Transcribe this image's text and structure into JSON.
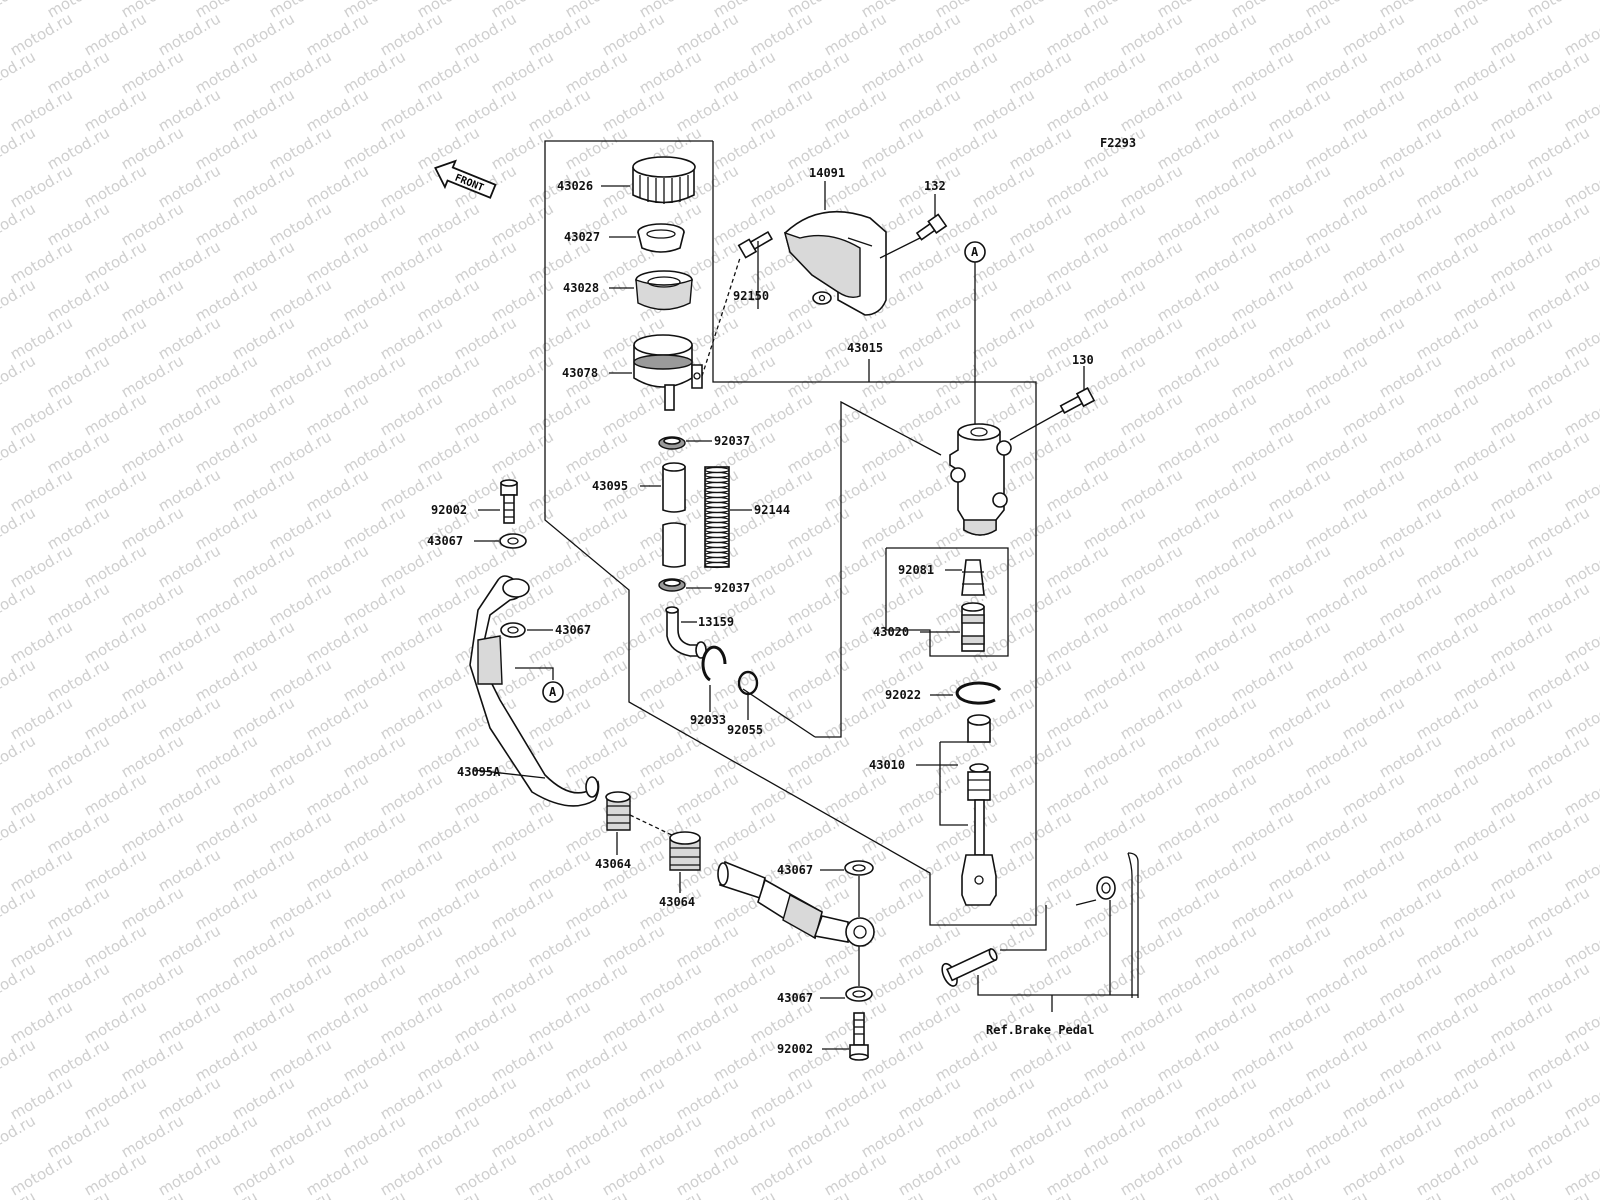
{
  "figure_code": "F2293",
  "front_label": "FRONT",
  "watermark": "motod.ru",
  "reference_label": "Ref.Brake Pedal",
  "callout_letter": "A",
  "part_numbers": {
    "p43026": "43026",
    "p43027": "43027",
    "p43028": "43028",
    "p43078": "43078",
    "p92037_top": "92037",
    "p43095": "43095",
    "p92144": "92144",
    "p92037_bottom": "92037",
    "p13159": "13159",
    "p92033": "92033",
    "p92055": "92055",
    "p14091": "14091",
    "p132": "132",
    "p92150": "92150",
    "p43015": "43015",
    "p130": "130",
    "p92081": "92081",
    "p43020": "43020",
    "p92022": "92022",
    "p43010": "43010",
    "p92002_top": "92002",
    "p43067_a": "43067",
    "p43067_b": "43067",
    "p43095A": "43095A",
    "p43064_a": "43064",
    "p43064_b": "43064",
    "p43067_c": "43067",
    "p43067_d": "43067",
    "p92002_bottom": "92002"
  }
}
